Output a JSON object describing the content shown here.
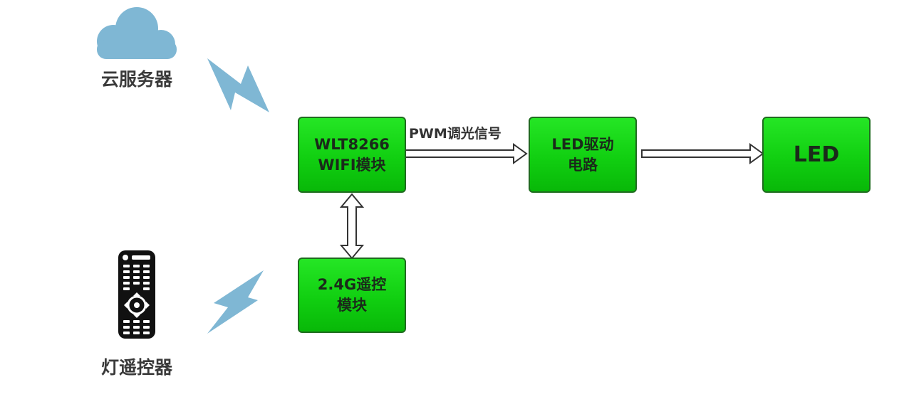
{
  "nodes": {
    "cloud": {
      "label": "云服务器",
      "icon": "cloud-icon"
    },
    "remote": {
      "label": "灯遥控器",
      "icon": "remote-control-icon"
    },
    "wifi_module": {
      "lines": [
        "WLT8266",
        "WIFI模块"
      ]
    },
    "rf_module": {
      "lines": [
        "2.4G遥控",
        "模块"
      ]
    },
    "led_driver": {
      "lines": [
        "LED驱动",
        "电路"
      ]
    },
    "led": {
      "lines": [
        "LED"
      ]
    }
  },
  "edges": [
    {
      "from": "wifi_module",
      "to": "led_driver",
      "label": "PWM调光信号"
    },
    {
      "from": "led_driver",
      "to": "led",
      "label": ""
    },
    {
      "from": "wifi_module",
      "to": "rf_module",
      "label": "",
      "bidirectional": true
    },
    {
      "from": "cloud",
      "to": "wifi_module",
      "label": "",
      "wireless": true
    },
    {
      "from": "remote",
      "to": "rf_module",
      "label": "",
      "wireless": true
    }
  ],
  "colors": {
    "box_fill": "#11cf11",
    "box_border": "#1f6b1f",
    "icon_blue": "#7fb7d4",
    "bolt_blue": "#7fb7d4",
    "remote_black": "#111111"
  }
}
